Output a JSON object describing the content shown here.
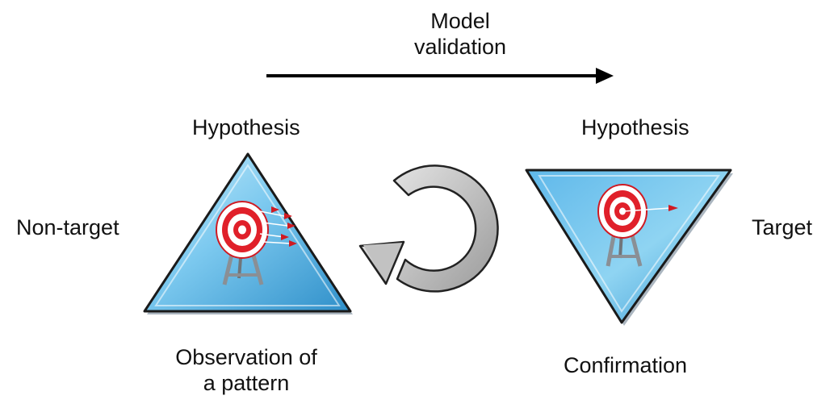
{
  "title": {
    "line1": "Model",
    "line2": "validation"
  },
  "left_panel": {
    "top_label": "Hypothesis",
    "side_label": "Non-target",
    "bottom_label_line1": "Observation of",
    "bottom_label_line2": "a pattern"
  },
  "right_panel": {
    "top_label": "Hypothesis",
    "side_label": "Target",
    "bottom_label": "Confirmation"
  },
  "colors": {
    "triangle_fill_light": "#8fd4f2",
    "triangle_fill_dark": "#2f8fc9",
    "triangle_border": "#1a1a1a",
    "cycle_arrow_fill": "#b9b9b9",
    "target_red": "#e0202a",
    "arrow": "#000000"
  },
  "icons": [
    "target-icon",
    "arrow-icon",
    "cycle-arrow-icon"
  ]
}
